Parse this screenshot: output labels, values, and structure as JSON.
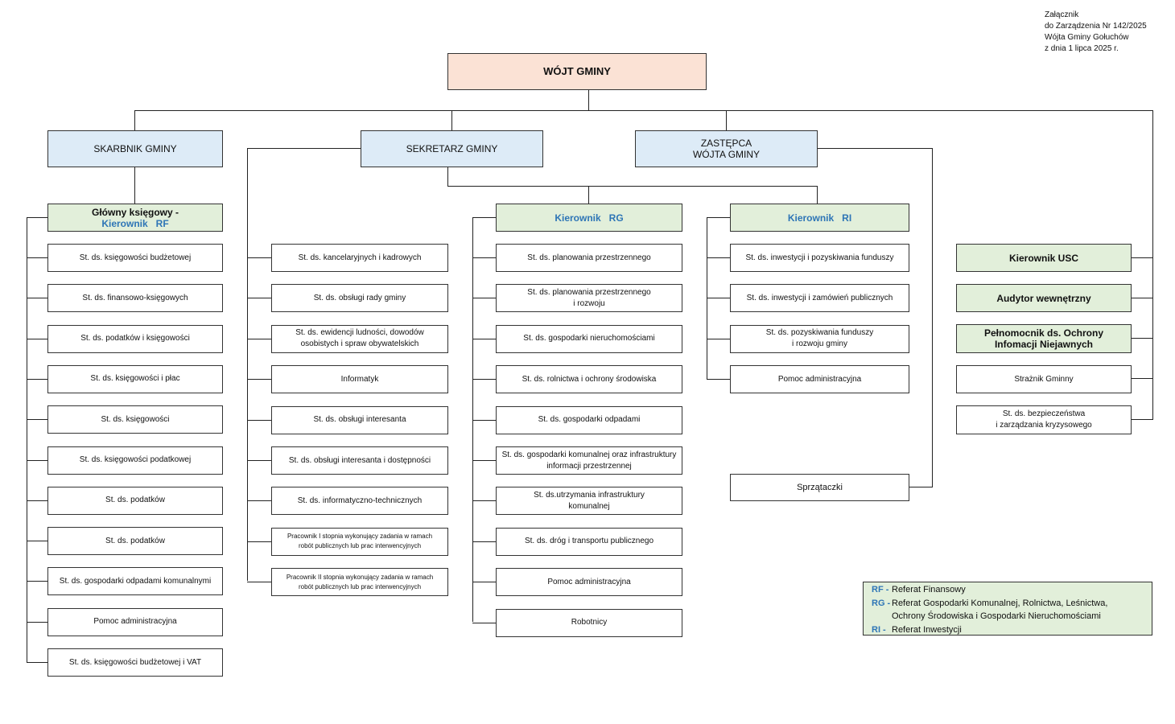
{
  "annex": {
    "line1": "Załącznik",
    "line2": "do Zarządzenia Nr 142/2025",
    "line3": "Wójta Gminy Gołuchów",
    "line4": "z dnia 1 lipca 2025 r."
  },
  "top": {
    "label": "WÓJT GMINY"
  },
  "level1": {
    "skarbnik": "SKARBNIK GMINY",
    "sekretarz": "SEKRETARZ GMINY",
    "zastepca": "ZASTĘPCA\nWÓJTA GMINY"
  },
  "rf": {
    "head_line1": "Główny księgowy -",
    "head_line2": "Kierownik   RF",
    "items": [
      "St. ds. księgowości budżetowej",
      "St. ds. finansowo-księgowych",
      "St. ds. podatków i księgowości",
      "St. ds. księgowości i płac",
      "St. ds. księgowości",
      "St. ds. księgowości podatkowej",
      "St. ds. podatków",
      "St. ds. podatków",
      "St. ds. gospodarki odpadami komunalnymi",
      "Pomoc administracyjna",
      "St. ds. księgowości budżetowej i VAT"
    ]
  },
  "sekretarz_items": [
    "St. ds. kancelaryjnych i kadrowych",
    "St. ds. obsługi rady gminy",
    "St. ds. ewidencji ludności, dowodów\nosobistych i spraw obywatelskich",
    "Informatyk",
    "St. ds. obsługi interesanta",
    "St. ds. obsługi interesanta i dostępności",
    "St. ds. informatyczno-technicznych",
    "Pracownik I stopnia wykonujący zadania w ramach\nrobót publicznych lub prac interwencyjnych",
    "Pracownik II stopnia wykonujący zadania w ramach\nrobót publicznych lub prac interwencyjnych"
  ],
  "rg": {
    "head": "Kierownik   RG",
    "items": [
      "St. ds. planowania przestrzennego",
      "St. ds. planowania przestrzennego\ni rozwoju",
      "St. ds. gospodarki nieruchomościami",
      "St. ds. rolnictwa i ochrony środowiska",
      "St. ds. gospodarki odpadami",
      "St. ds. gospodarki komunalnej oraz infrastruktury\ninformacji przestrzennej",
      "St. ds.utrzymania infrastruktury\nkomunalnej",
      "St. ds. dróg i transportu publicznego",
      "Pomoc administracyjna",
      "Robotnicy"
    ]
  },
  "ri": {
    "head": "Kierownik   RI",
    "items": [
      "St. ds. inwestycji i pozyskiwania funduszy",
      "St. ds. inwestycji i zamówień publicznych",
      "St. ds. pozyskiwania funduszy\ni rozwoju gminy",
      "Pomoc administracyjna"
    ],
    "cleaners": "Sprzątaczki"
  },
  "right": {
    "usc": "Kierownik USC",
    "auditor": "Audytor wewnętrzny",
    "plenipotentiary": "Pełnomocnik ds. Ochrony\nInfomacji Niejawnych",
    "guard": "Strażnik Gminny",
    "security": "St. ds. bezpieczeństwa\ni zarządzania kryzysowego"
  },
  "legend": {
    "rf_code": "RF -",
    "rf_text": "Referat Finansowy",
    "rg_code": "RG -",
    "rg_text_line1": "Referat Gospodarki Komunalnej, Rolnictwa, Leśnictwa,",
    "rg_text_line2": "Ochrony Środowiska i Gospodarki Nieruchomościami",
    "ri_code": "RI -",
    "ri_text": "Referat Inwestycji"
  },
  "colors": {
    "top_fill": "#fbe2d5",
    "level1_fill": "#ddebf7",
    "section_head_fill": "#e2efda",
    "accent_blue": "#2e75b6",
    "line": "#222222"
  }
}
